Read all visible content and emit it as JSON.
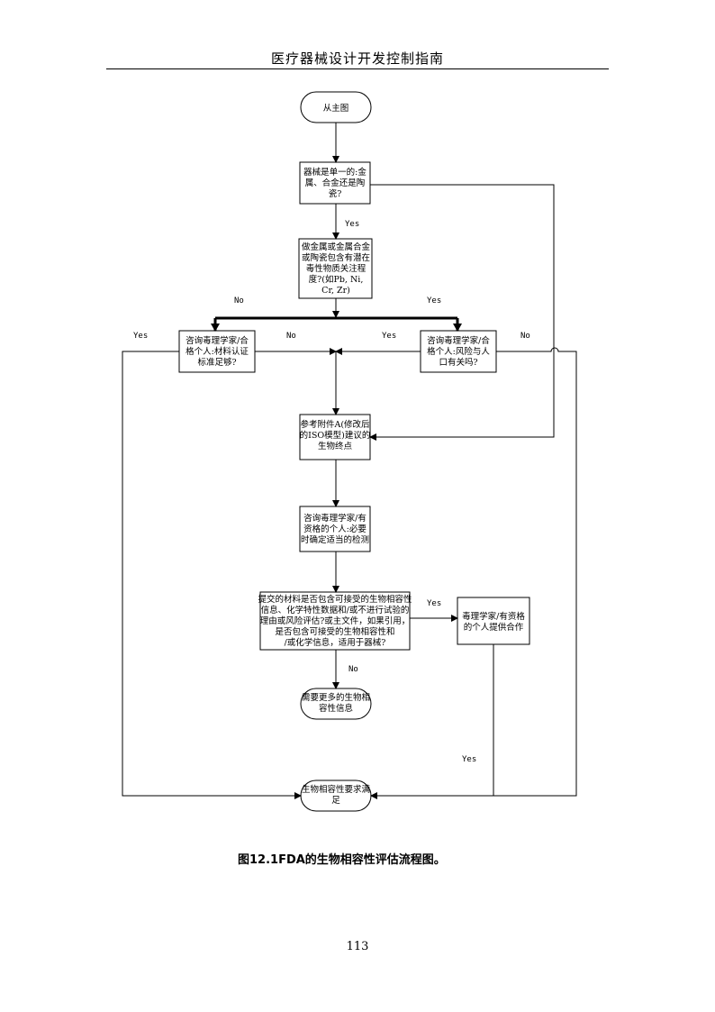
{
  "header": {
    "title": "医疗器械设计开发控制指南"
  },
  "flowchart": {
    "start": "从主图",
    "q_single_material": [
      "器械是单一的:金",
      "属、合金还是陶",
      "瓷?"
    ],
    "q_toxic": [
      "做金属或金属合金",
      "或陶瓷包含有潜在",
      "毒性物质关注程",
      "度?(如Pb, Ni,",
      "Cr, Zr)"
    ],
    "consult_left": [
      "咨询毒理学家/合",
      "格个人:材料认证",
      "标准足够?"
    ],
    "consult_right": [
      "咨询毒理学家/合",
      "格个人:风险与人",
      "口有关吗?"
    ],
    "reference_iso": [
      "参考附件A(修改后",
      "的ISO模型)建议的",
      "生物终点"
    ],
    "consult_tests": [
      "咨询毒理学家/有",
      "资格的个人:必要",
      "时确定适当的检测"
    ],
    "q_submitted": [
      "提交的材料是否包含可接受的生物相容性",
      "信息、化学特性数据和/或不进行试验的",
      "理由或风险评估?或主文件，如果引用，",
      "是否包含可接受的生物相容性和",
      "/或化学信息，适用于器械?"
    ],
    "toxicologist_cooperate": [
      "毒理学家/有资格",
      "的个人提供合作"
    ],
    "need_more": [
      "需要更多的生物相",
      "容性信息"
    ],
    "end": [
      "生物相容性要求满",
      "足"
    ],
    "labels": {
      "yes": "Yes",
      "no": "No"
    }
  },
  "caption": "图12.1FDA的生物相容性评估流程图。",
  "page_number": "113"
}
